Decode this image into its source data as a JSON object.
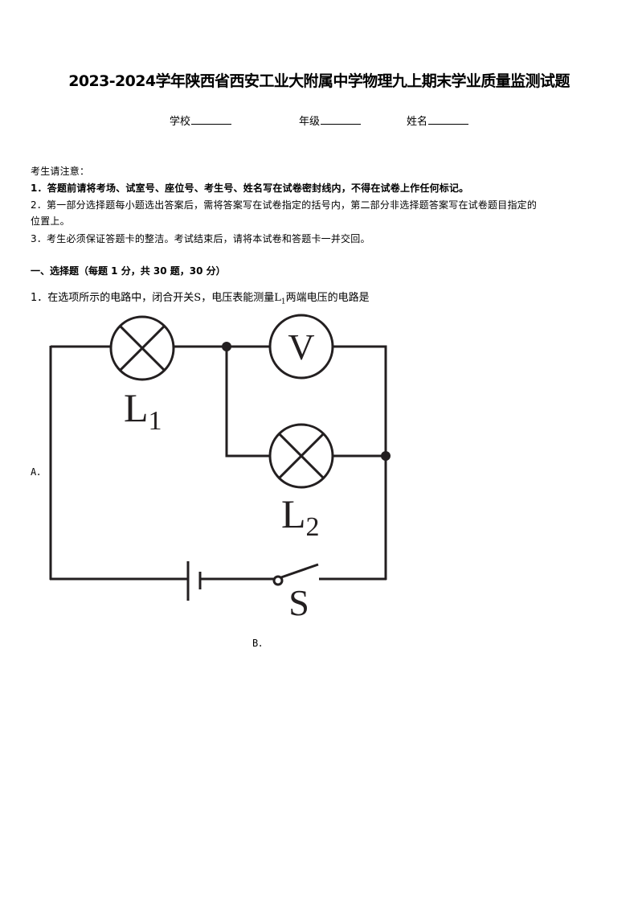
{
  "document": {
    "title": "2023-2024学年陕西省西安工业大附属中学物理九上期末学业质量监测试题",
    "info_fields": [
      {
        "label": "学校",
        "value": ""
      },
      {
        "label": "年级",
        "value": ""
      },
      {
        "label": "姓名",
        "value": ""
      }
    ],
    "notice": {
      "heading": "考生请注意：",
      "items": [
        {
          "num": "1．",
          "text": "答题前请将考场、试室号、座位号、考生号、姓名写在试卷密封线内，不得在试卷上作任何标记。"
        },
        {
          "num": "2．",
          "text": "第一部分选择题每小题选出答案后，需将答案写在试卷指定的括号内，第二部分非选择题答案写在试卷题目指定的",
          "continuation": "位置上。"
        },
        {
          "num": "3．",
          "text": "考生必须保证答题卡的整洁。考试结束后，请将本试卷和答题卡一并交回。"
        }
      ]
    },
    "section": {
      "heading": "一、选择题（每题 1 分，共 30 题，30 分）"
    },
    "question": {
      "number": "1．",
      "text_before": "在选项所示的电路中，闭合开关",
      "switch_symbol": "S",
      "text_middle": "，电压表能测量",
      "lamp_symbol": "L",
      "lamp_subscript": "1",
      "text_after": "两端电压的电路是"
    },
    "options": [
      {
        "label": "A．"
      },
      {
        "label": "B．"
      }
    ],
    "circuit": {
      "components": [
        {
          "type": "lamp",
          "name": "L",
          "subscript": "1"
        },
        {
          "type": "voltmeter",
          "symbol": "V"
        },
        {
          "type": "lamp",
          "name": "L",
          "subscript": "2"
        },
        {
          "type": "battery"
        },
        {
          "type": "switch",
          "name": "S",
          "state": "open"
        }
      ],
      "labels": {
        "l1_main": "L",
        "l1_sub": "1",
        "l2_main": "L",
        "l2_sub": "2",
        "voltmeter": "V",
        "switch": "S"
      },
      "stroke_color": "#231f20"
    }
  }
}
